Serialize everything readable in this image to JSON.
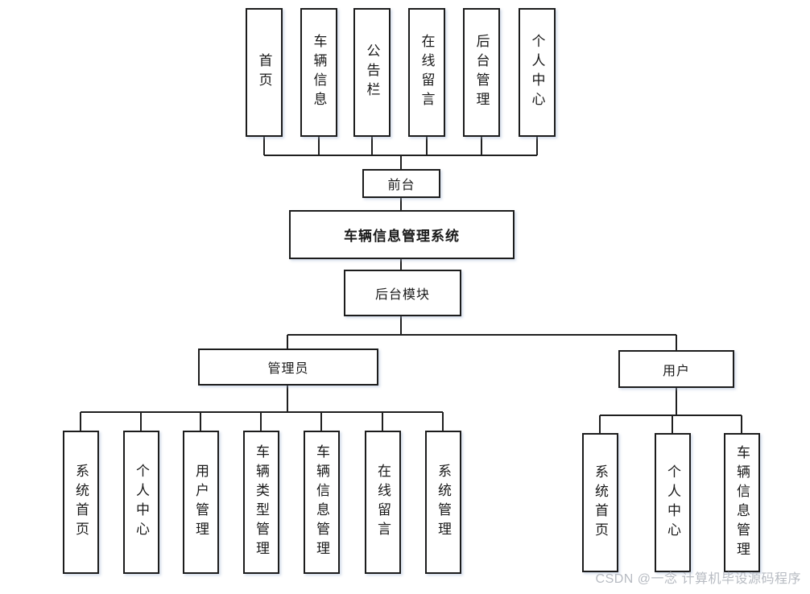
{
  "diagram": {
    "title": "车辆信息管理系统",
    "front_label": "前台",
    "backend_label": "后台模块",
    "front_modules": [
      "首页",
      "车辆信息",
      "公告栏",
      "在线留言",
      "后台管理",
      "个人中心"
    ],
    "admin": {
      "label": "管理员",
      "children": [
        "系统首页",
        "个人中心",
        "用户管理",
        "车辆类型管理",
        "车辆信息管理",
        "在线留言",
        "系统管理"
      ]
    },
    "user": {
      "label": "用户",
      "children": [
        "系统首页",
        "个人中心",
        "车辆信息管理"
      ]
    },
    "watermark": "CSDN @一念 计算机毕设源码程序",
    "colors": {
      "line": "#1f1f1f",
      "box_border": "#1c1c1c",
      "box_fill": "#ffffff",
      "text": "#1a1a1a",
      "watermark": "#b7bbc2"
    }
  }
}
